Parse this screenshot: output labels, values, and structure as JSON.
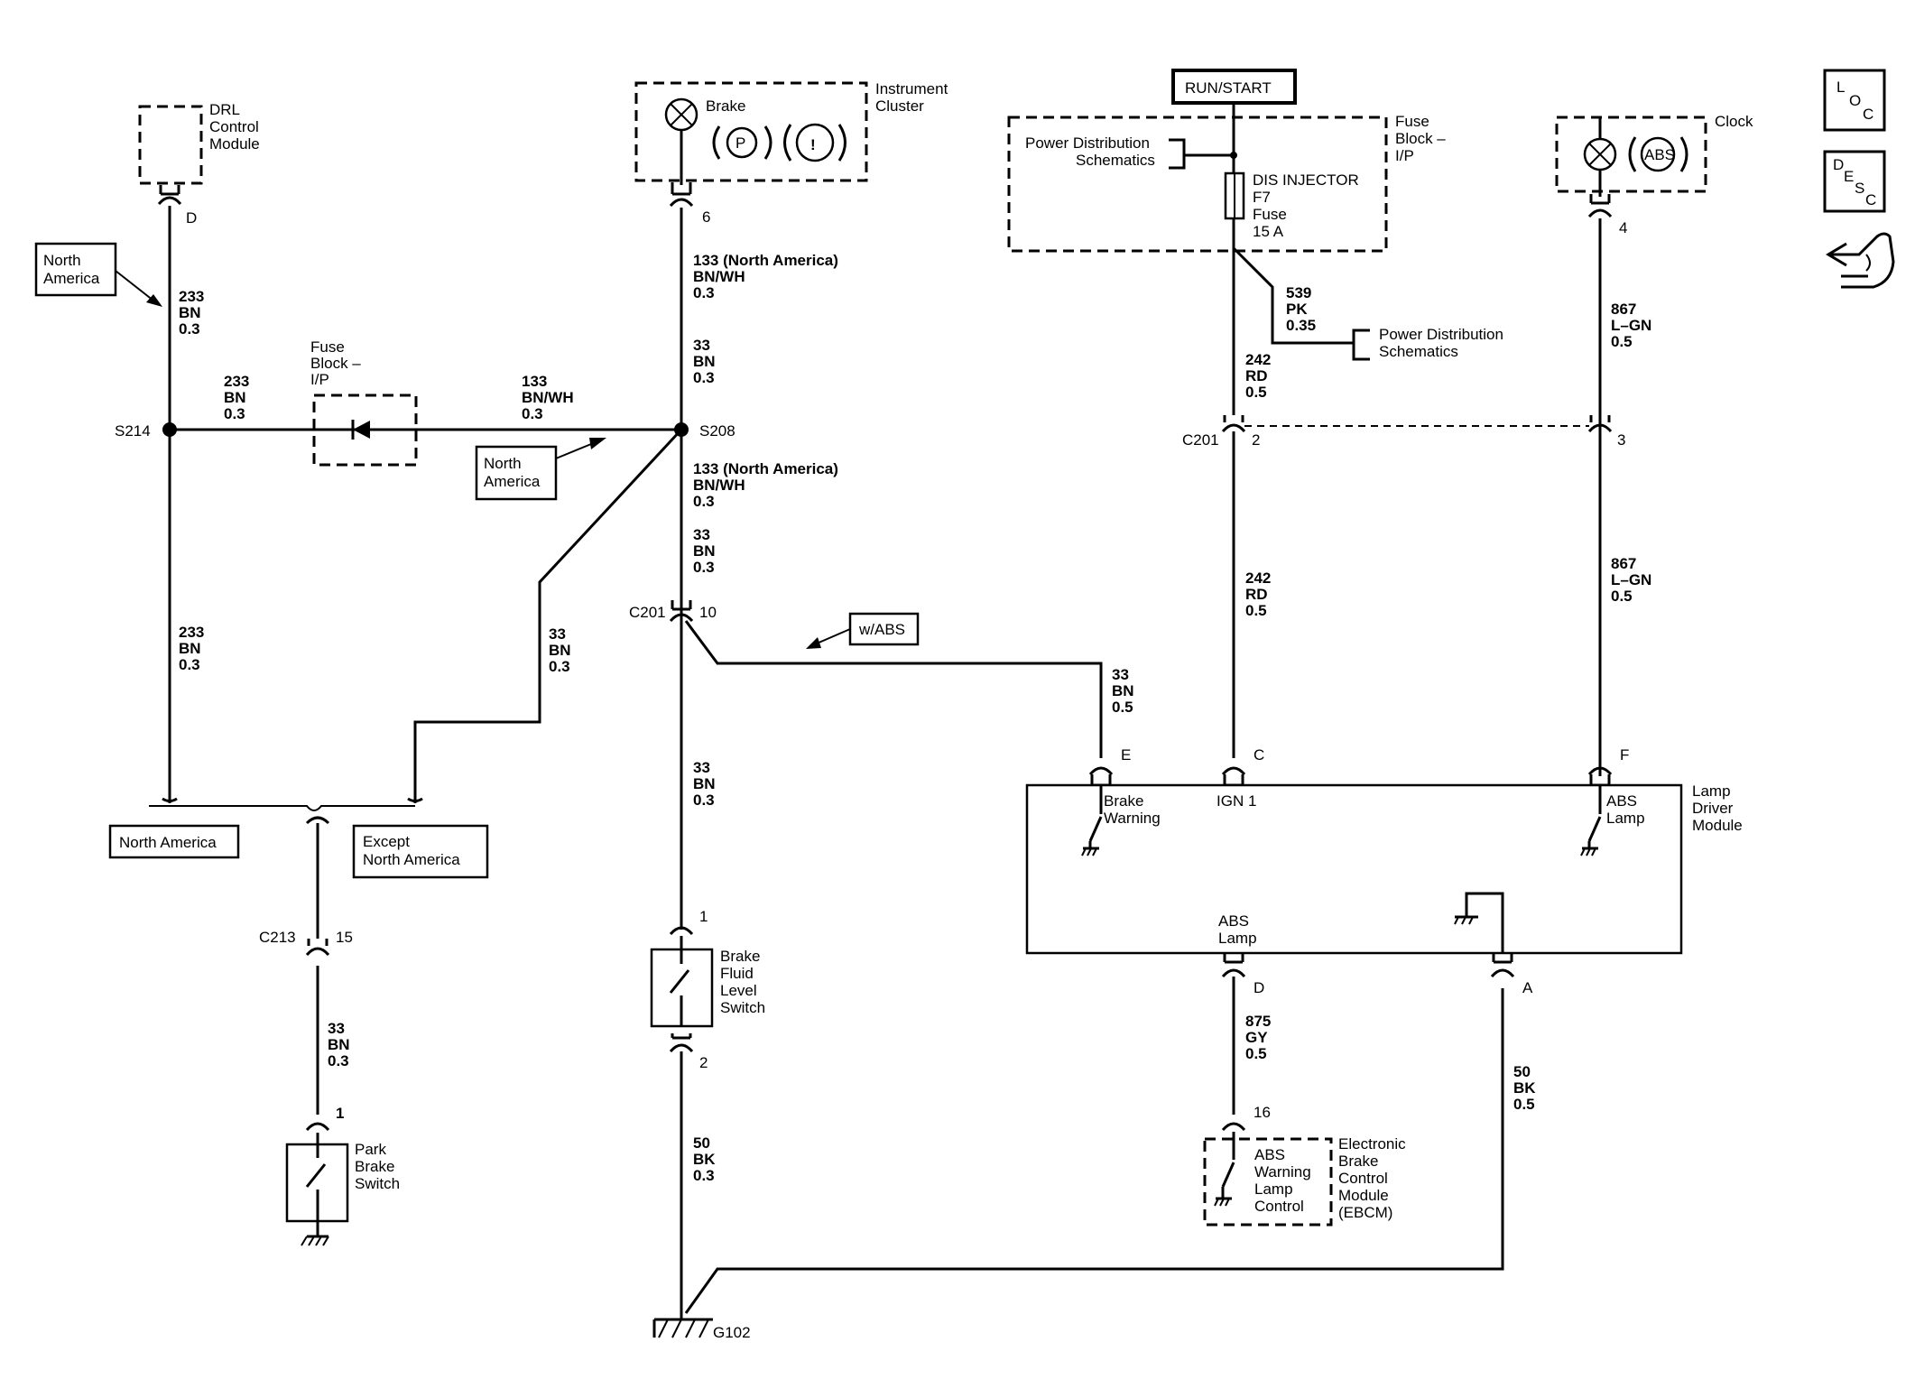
{
  "components": {
    "drl": [
      "DRL",
      "Control",
      "Module"
    ],
    "instrument_cluster": [
      "Instrument",
      "Cluster"
    ],
    "brake_lamp": "Brake",
    "brake_p_icon": "P",
    "brake_warning_icon": "!",
    "run_start": "RUN/START",
    "pds_top": [
      "Power Distribution",
      "Schematics"
    ],
    "fuse_block_ip_right": [
      "Fuse",
      "Block –",
      "I/P"
    ],
    "fuse_lines": [
      "DIS INJECTOR",
      "F7",
      "Fuse",
      "15 A"
    ],
    "pds_right": [
      "Power Distribution",
      "Schematics"
    ],
    "clock": "Clock",
    "abs_icon": "ABS",
    "fuse_block_ip_left": [
      "Fuse",
      "Block –",
      "I/P"
    ],
    "lamp_driver_module": [
      "Lamp",
      "Driver",
      "Module"
    ],
    "ldm_brake_warning": [
      "Brake",
      "Warning"
    ],
    "ldm_ign1": "IGN 1",
    "ldm_abs_lamp_top": [
      "ABS",
      "Lamp"
    ],
    "ldm_abs_lamp_bottom": [
      "ABS",
      "Lamp"
    ],
    "brake_fluid_switch": [
      "Brake",
      "Fluid",
      "Level",
      "Switch"
    ],
    "park_brake_switch": [
      "Park",
      "Brake",
      "Switch"
    ],
    "ebcm_inner": [
      "ABS",
      "Warning",
      "Lamp",
      "Control"
    ],
    "ebcm": [
      "Electronic",
      "Brake",
      "Control",
      "Module",
      "(EBCM)"
    ],
    "ground": "G102"
  },
  "callouts": {
    "north_america_1": [
      "North",
      "America"
    ],
    "north_america_2": [
      "North",
      "America"
    ],
    "w_abs": "w/ABS",
    "north_america_option": "North America",
    "except_north_america": [
      "Except",
      "North America"
    ]
  },
  "wires": {
    "w233_top": [
      "233",
      "BN",
      "0.3"
    ],
    "w233_horiz": [
      "233",
      "BN",
      "0.3"
    ],
    "w133_horiz": [
      "133",
      "BN/WH",
      "0.3"
    ],
    "w133_top": [
      "133 (North America)",
      "BN/WH",
      "0.3"
    ],
    "w33_top": [
      "33",
      "BN",
      "0.3"
    ],
    "w133_mid": [
      "133 (North America)",
      "BN/WH",
      "0.3"
    ],
    "w33_mid": [
      "33",
      "BN",
      "0.3"
    ],
    "w233_bottom": [
      "233",
      "BN",
      "0.3"
    ],
    "w33_diag": [
      "33",
      "BN",
      "0.3"
    ],
    "w33_abs": [
      "33",
      "BN",
      "0.5"
    ],
    "w33_lower": [
      "33",
      "BN",
      "0.3"
    ],
    "w33_park": [
      "33",
      "BN",
      "0.3"
    ],
    "w50_left": [
      "50",
      "BK",
      "0.3"
    ],
    "w539": [
      "539",
      "PK",
      "0.35"
    ],
    "w242_top": [
      "242",
      "RD",
      "0.5"
    ],
    "w242_mid": [
      "242",
      "RD",
      "0.5"
    ],
    "w867_top": [
      "867",
      "L–GN",
      "0.5"
    ],
    "w867_mid": [
      "867",
      "L–GN",
      "0.5"
    ],
    "w875": [
      "875",
      "GY",
      "0.5"
    ],
    "w50_right": [
      "50",
      "BK",
      "0.5"
    ]
  },
  "connectors": {
    "drl_d": "D",
    "cluster_6": "6",
    "clock_4": "4",
    "s214": "S214",
    "s208": "S208",
    "c201_a": "C201",
    "pin_10": "10",
    "c201_b": "C201",
    "pin_2": "2",
    "pin_3": "3",
    "pin_e": "E",
    "pin_c": "C",
    "pin_f": "F",
    "c213": "C213",
    "pin_15": "15",
    "park_1": "1",
    "bfs_1": "1",
    "bfs_2": "2",
    "ldm_d": "D",
    "ldm_a": "A",
    "ebcm_16": "16"
  },
  "side_icons": {
    "loc": [
      "L",
      "O",
      "C"
    ],
    "desc": [
      "D",
      "E",
      "S",
      "C"
    ],
    "hand_icon": "pointing-hand-icon"
  }
}
